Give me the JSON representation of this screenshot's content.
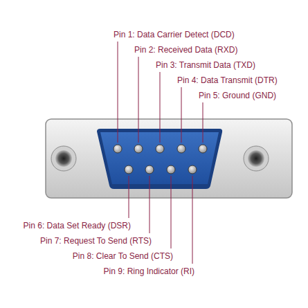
{
  "diagram": {
    "labels": [
      "Pin 1: Data Carrier Detect (DCD)",
      "Pin 2: Received Data (RXD)",
      "Pin 3: Transmit Data (TXD)",
      "Pin 4: Data Transmit (DTR)",
      "Pin 5: Ground (GND)",
      "Pin 6: Data Set Ready (DSR)",
      "Pin 7: Request To Send (RTS)",
      "Pin 8: Clear To Send (CTS)",
      "Pin 9: Ring Indicator (RI)"
    ]
  }
}
